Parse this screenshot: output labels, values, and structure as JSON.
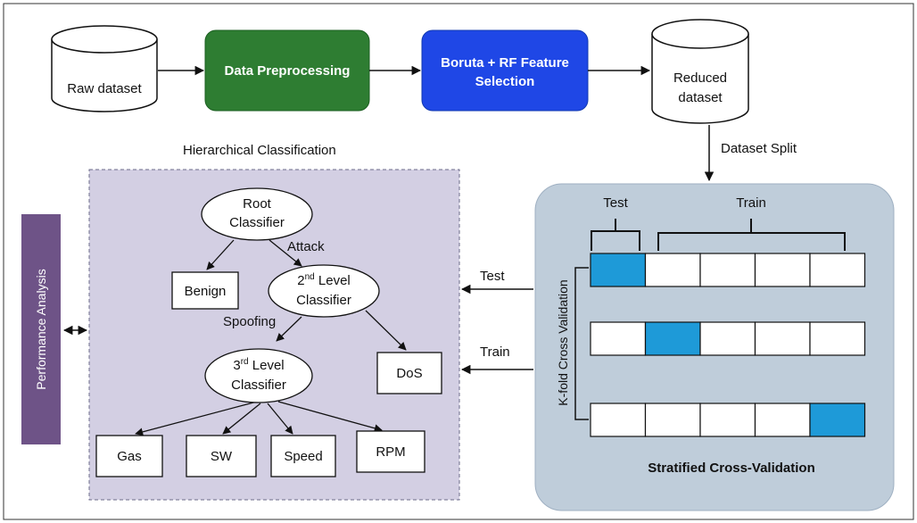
{
  "pipeline": {
    "raw_dataset": "Raw dataset",
    "preprocessing": "Data Preprocessing",
    "feature_selection": [
      "Boruta + RF Feature",
      "Selection"
    ],
    "reduced_dataset": [
      "Reduced",
      "dataset"
    ],
    "dataset_split": "Dataset Split"
  },
  "hierarchy": {
    "title": "Hierarchical Classification",
    "root": [
      "Root",
      "Classifier"
    ],
    "attack_label": "Attack",
    "benign": "Benign",
    "second_level": {
      "num": "2",
      "sup": "nd",
      "rest": " Level",
      "line2": "Classifier"
    },
    "spoofing_label": "Spoofing",
    "dos": "DoS",
    "third_level": {
      "num": "3",
      "sup": "rd",
      "rest": " Level",
      "line2": "Classifier"
    },
    "leaves": [
      "Gas",
      "SW",
      "Speed",
      "RPM"
    ]
  },
  "performance": "Performance Analysis",
  "validation": {
    "test_header": "Test",
    "train_header": "Train",
    "kfold_label": "K-fold Cross Validation",
    "title": "Stratified Cross-Validation",
    "arrow_test": "Test",
    "arrow_train": "Train",
    "folds": [
      1,
      2,
      5
    ]
  },
  "colors": {
    "green": "#2e7d32",
    "blue": "#1f47e6",
    "lavender": "#d3cfe3",
    "purple": "#6e5387",
    "cv_panel": "#bfcdda",
    "fold_highlight": "#1e9ad8"
  }
}
